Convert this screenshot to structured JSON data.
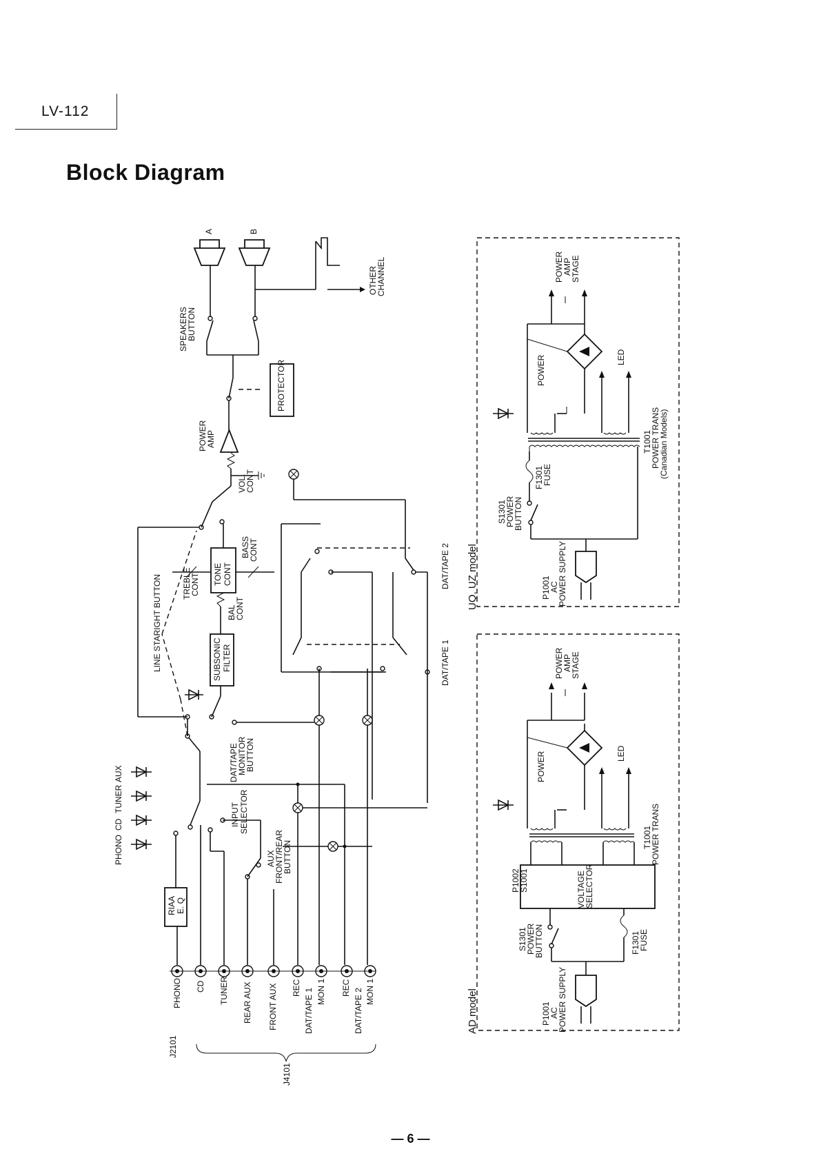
{
  "document": {
    "model": "LV-112",
    "title": "Block Diagram",
    "page_number": "— 6 —"
  },
  "jacks": {
    "group_j2101": "J2101",
    "group_j4101": "J4101",
    "phono": "PHONO",
    "cd": "CD",
    "tuner": "TUNER",
    "rear_aux": "REAR AUX",
    "front_aux": "FRONT AUX",
    "rec1": "REC",
    "dat_tape1": "DAT/TAPE 1",
    "mon1": "MON 1",
    "rec2": "REC",
    "dat_tape2": "DAT/TAPE 2",
    "mon2": "MON 1"
  },
  "blocks": {
    "riaa": "RIAA",
    "riaa_eq": "E. Q",
    "subsonic": "SUBSONIC",
    "filter": "FILTER",
    "tone": "TONE",
    "tone_cont": "CONT",
    "protector": "PROTECTOR"
  },
  "indicators": {
    "phono": "PHONO",
    "cd": "CD",
    "tuner": "TUNER",
    "aux": "AUX"
  },
  "controls": {
    "input_selector": "INPUT",
    "input_selector2": "SELECTOR",
    "aux_fr": "AUX",
    "aux_fr2": "FRONT/REAR",
    "aux_fr3": "BUTTON",
    "dat_mon1": "DAT/TAPE",
    "dat_mon2": "MONITOR",
    "dat_mon3": "BUTTON",
    "line_straight": "LINE STARIGHT BUTTON",
    "treble1": "TREBLE",
    "treble2": "CONT",
    "bass1": "BASS",
    "bass2": "CONT",
    "bal1": "BAL",
    "bal2": "CONT",
    "vol1": "VOL.",
    "vol2": "CONT",
    "power_amp1": "POWER",
    "power_amp2": "AMP",
    "speakers1": "SPEAKERS",
    "speakers2": "BUTTON",
    "spk_a": "A",
    "spk_b": "B",
    "other1": "OTHER",
    "other2": "CHANNEL",
    "dat_tape1_bus": "DAT/TAPE 1",
    "dat_tape2_bus": "DAT/TAPE 2"
  },
  "uq_uz": {
    "title": "UQ, UZ  model",
    "p1001": "P1001",
    "p1001_ac": "AC",
    "p1001_ps": "POWER SUPPLY",
    "s1301": "S1301",
    "s1301_b1": "POWER",
    "s1301_b2": "BUTTON",
    "f1301": "F1301",
    "fuse": "FUSE",
    "power_label": "POWER",
    "led": "LED",
    "t1001": "T1001",
    "t_name": "POWER TRANS",
    "t_note": "(Canadian Models)",
    "pas1": "POWER",
    "pas2": "AMP",
    "pas3": "STAGE"
  },
  "ad": {
    "title": "AD  model",
    "p1001": "P1001",
    "p1001_ac": "AC",
    "p1001_ps": "POWER SUPPLY",
    "s1301": "S1301",
    "s1301_b1": "POWER",
    "s1301_b2": "BUTTON",
    "p1002": "P1002",
    "s1001": "S1001",
    "vs1": "VOLTAGE",
    "vs2": "SELECTOR",
    "f1301": "F1301",
    "fuse": "FUSE",
    "power_label": "POWER",
    "led": "LED",
    "t1001": "T1001",
    "t_name": "POWER TRANS",
    "pas1": "POWER",
    "pas2": "AMP",
    "pas3": "STAGE"
  }
}
